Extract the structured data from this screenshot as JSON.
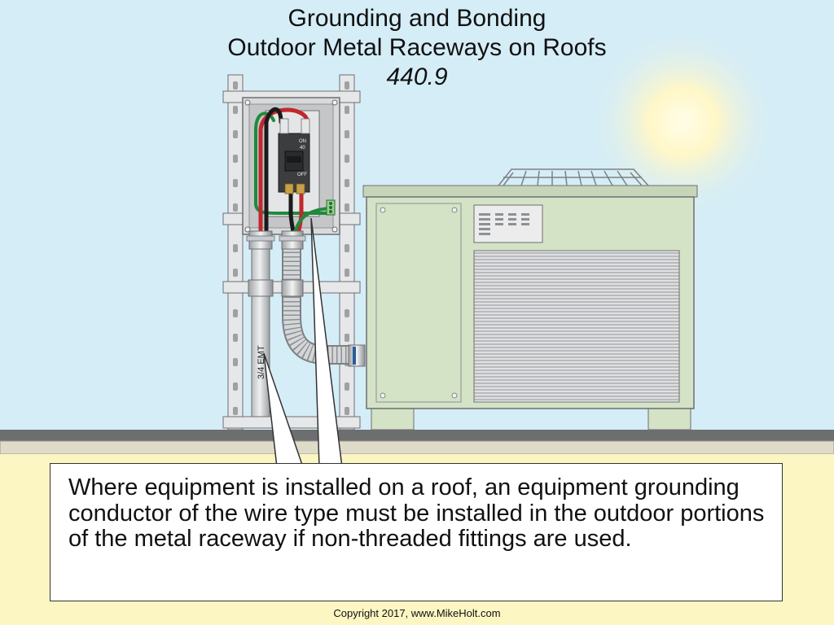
{
  "title": {
    "line1": "Grounding and Bonding",
    "line2": "Outdoor Metal Raceways on Roofs",
    "line3": "440.9"
  },
  "callout": {
    "text": "Where equipment is installed on a roof, an equipment grounding conductor of the wire type must be installed in the outdoor portions of the metal raceway if non-threaded fittings are used."
  },
  "labels": {
    "conduit": "3/4 EMT",
    "breaker_on": "ON",
    "breaker_off": "OFF",
    "breaker_rating": "40"
  },
  "copyright": "Copyright 2017, www.MikeHolt.com",
  "colors": {
    "sky": "#d5edf7",
    "ground": "#fbf6c2",
    "roof": "#6d6e70",
    "unit": "#d4e2c6",
    "conductor_red": "#c1272d",
    "conductor_black": "#1a1a1a",
    "conductor_green": "#1f8a3c",
    "sun": "#fffbd6"
  },
  "icons": [
    "sun-icon",
    "circuit-breaker-icon",
    "ground-bar-icon",
    "fan-grille-icon"
  ]
}
